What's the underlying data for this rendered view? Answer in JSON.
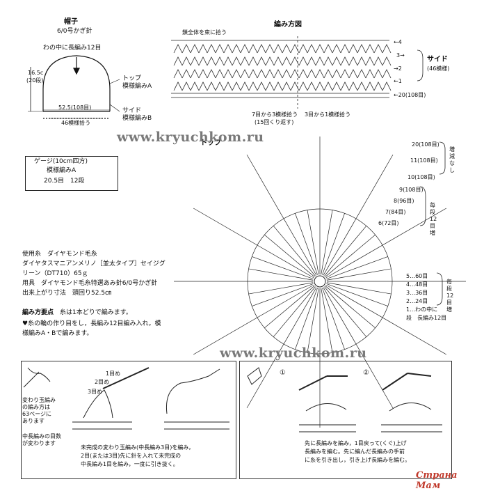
{
  "hat": {
    "title": "帽子",
    "hook": "6/0号かぎ針",
    "center_label": "わの中に長編み12目",
    "height_dim": "16.5c",
    "height_rows": "(20段)",
    "top_label": "トップ",
    "top_pattern": "模様編みA",
    "circ_dim": "52.5(108目)",
    "side_label": "サイド",
    "side_pattern": "模様編みB",
    "band_label": "46模様拾う"
  },
  "gauge": {
    "title": "ゲージ(10cm四方)",
    "pattern": "模様編みA",
    "values": "20.5目　12段"
  },
  "diagram": {
    "title": "編み方図",
    "chain_note": "鎖全体を束に拾う",
    "rows": [
      "4",
      "3",
      "2",
      "1"
    ],
    "side_label": "サイド",
    "side_count": "(46模様)",
    "row20": "←20(108目)",
    "pick1": "7目から3模様拾う",
    "pick1b": "(15回くり返す)",
    "pick2": "3目から1模様拾う",
    "top_label": "トップ",
    "right_rows": [
      {
        "k": "20(108目)"
      },
      {
        "k": "11(108目)"
      },
      {
        "k": "10(108目)"
      },
      {
        "k": "9(108目)"
      },
      {
        "k": "8(96目)"
      },
      {
        "k": "7(84目)"
      },
      {
        "k": "6(72目)"
      }
    ],
    "note_noinc": "増減なし",
    "note_inc": "毎段12目増",
    "inner_rows": [
      "5…60目",
      "4…48目",
      "3…36目",
      "2…24目",
      "1…わの中に"
    ],
    "inner_last": "段　長編み12目",
    "note_inc2": "毎段12目増"
  },
  "materials": {
    "yarn_label": "使用糸　ダイヤモンド毛糸",
    "yarn_line1": "ダイヤタスマニアンメリノ［並太タイプ］セイジグ",
    "yarn_line2": "リーン（DT710）65ｇ",
    "tool": "用具　ダイヤモンド毛糸特選あみ針6/0号かぎ針",
    "size": "出来上がり寸法　頭回り52.5㎝"
  },
  "points": {
    "title": "編み方要点",
    "title_note": "糸は1本どりで編みます。",
    "line1": "♥糸の輪の作り目をし，長編み12目編み入れ，模",
    "line2": "様編みA・Bで編みます。"
  },
  "watermark": "www.kryuchkom.ru",
  "left_panel": {
    "side_text": [
      "変わり玉編み",
      "の編み方は",
      "63ページに",
      "あります"
    ],
    "note": "中長編みの目数",
    "note2": "が変わります",
    "labels": [
      "1目め",
      "2目め",
      "3目め"
    ],
    "caption1": "未完成の変わり玉編み(中長編み3目)を編み，",
    "caption2": "2目(または3目)先に針を入れて未完成の",
    "caption3": "中長編み1目を編み，一度に引き抜く。"
  },
  "right_panel": {
    "steps": [
      "①",
      "②"
    ],
    "caption1": "先に長編みを編み，1目戻って(くぐ)上げ",
    "caption2": "長編みを編む。先に編んだ長編みの手前",
    "caption3": "に糸を引き出し，引き上げ長編みを編む。"
  },
  "logo": "Страна Мам"
}
